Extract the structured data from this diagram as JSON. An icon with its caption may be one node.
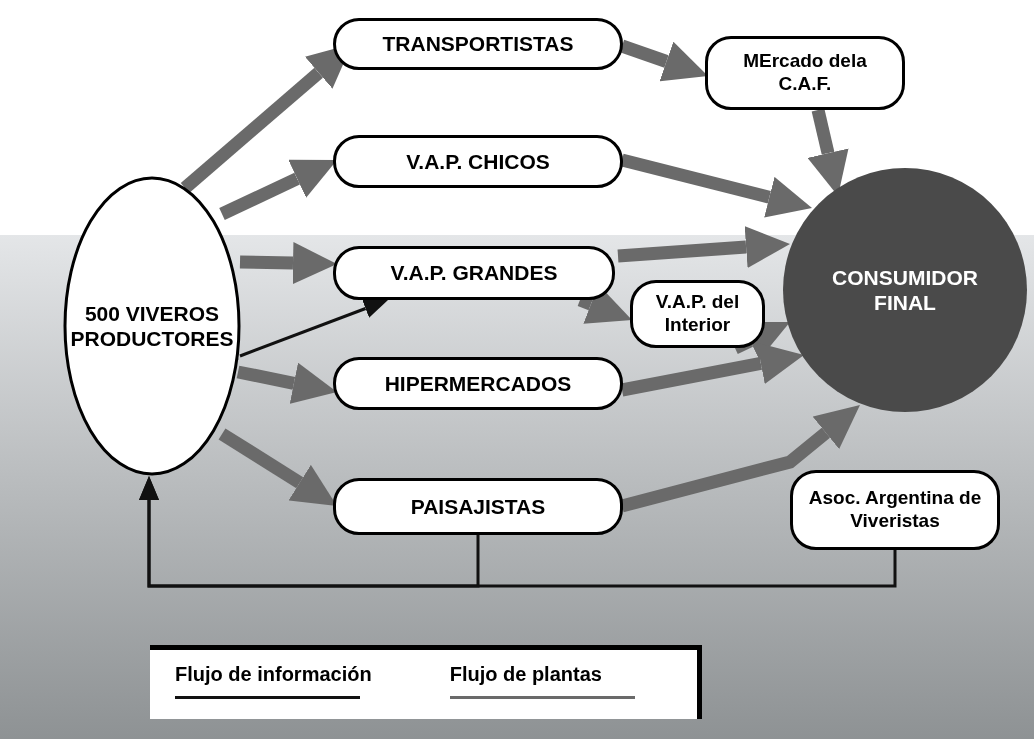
{
  "diagram": {
    "nodes": [
      {
        "text": [
          "500 VIVEROS PRODUCTORES"
        ]
      },
      {
        "text": [
          "TRANSPORTISTAS"
        ]
      },
      {
        "text": [
          "MErcado dela C.A.F."
        ]
      },
      {
        "text": [
          "V.A.P. CHICOS"
        ]
      },
      {
        "text": [
          "V.A.P. GRANDES"
        ]
      },
      {
        "text": [
          "V.A.P. del Interior"
        ]
      },
      {
        "text": [
          "CONSUMIDOR FINAL"
        ]
      },
      {
        "text": [
          "HIPERMERCADOS"
        ]
      },
      {
        "text": [
          "PAISAJISTAS"
        ]
      },
      {
        "text": [
          "Asoc. Argentina de Viveristas"
        ]
      }
    ],
    "edges": [
      {
        "from": 0,
        "to": 1,
        "arrow": "to"
      },
      {
        "from": 0,
        "to": 3,
        "arrow": "to"
      },
      {
        "from": 0,
        "to": 4,
        "arrow": "to"
      },
      {
        "from": 0,
        "to": 7,
        "arrow": "to"
      },
      {
        "from": 0,
        "to": 8,
        "arrow": "to"
      },
      {
        "from": 1,
        "to": 2,
        "arrow": "to"
      },
      {
        "from": 2,
        "to": 6,
        "arrow": "to"
      },
      {
        "from": 3,
        "to": 6,
        "arrow": "to"
      },
      {
        "from": 4,
        "to": 6,
        "arrow": "to"
      },
      {
        "from": 4,
        "to": 5,
        "arrow": "to"
      },
      {
        "from": 5,
        "to": 6,
        "arrow": "to"
      },
      {
        "from": 7,
        "to": 6,
        "arrow": "to"
      },
      {
        "from": 8,
        "to": 6,
        "arrow": "to"
      },
      {
        "from": 0,
        "to": 4,
        "arrow": "to",
        "color": "#111111"
      },
      {
        "from": 8,
        "to": 0,
        "arrow": "to",
        "color": "#111111"
      },
      {
        "from": 9,
        "to": 0,
        "arrow": "to",
        "color": "#111111"
      }
    ],
    "legend": [
      {
        "text": "Flujo de información"
      },
      {
        "text": "Flujo de plantas"
      }
    ]
  }
}
